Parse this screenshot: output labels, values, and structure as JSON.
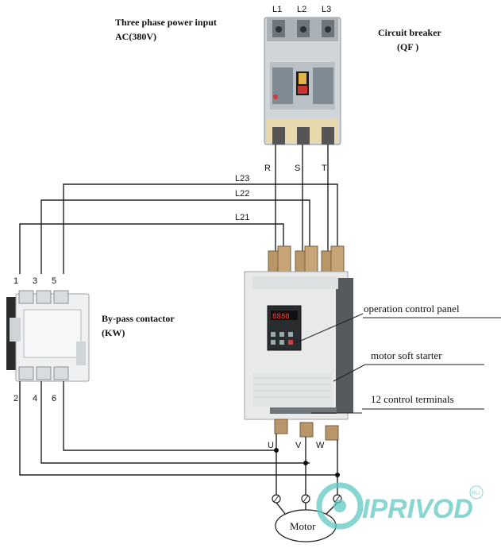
{
  "labels": {
    "power_input_line1": "Three phase power input",
    "power_input_line2": "AC(380V)",
    "breaker_line1": "Circuit breaker",
    "breaker_line2": "(QF )",
    "contactor_line1": "By-pass contactor",
    "contactor_line2": "(KW)",
    "op_panel": "operation control panel",
    "soft_starter": "motor soft starter",
    "control_terminals": "12 control terminals",
    "motor": "Motor"
  },
  "phases_in": [
    "L1",
    "L2",
    "L3"
  ],
  "breaker_out": [
    "R",
    "S",
    "T"
  ],
  "bypass_lines": [
    "L23",
    "L22",
    "L21"
  ],
  "contactor_top": [
    "1",
    "3",
    "5"
  ],
  "contactor_bottom": [
    "2",
    "4",
    "6"
  ],
  "starter_out": [
    "U",
    "V",
    "W"
  ],
  "panel_display": "8888",
  "watermark": {
    "text": "IPRIVOD",
    "suffix": "RU",
    "color": "#5fc9c3"
  },
  "colors": {
    "wire": "#222222",
    "starter_body": "#e8eaea",
    "starter_dark": "#555a5e",
    "breaker_body": "#c9cfd3",
    "terminal": "#b9956a"
  }
}
